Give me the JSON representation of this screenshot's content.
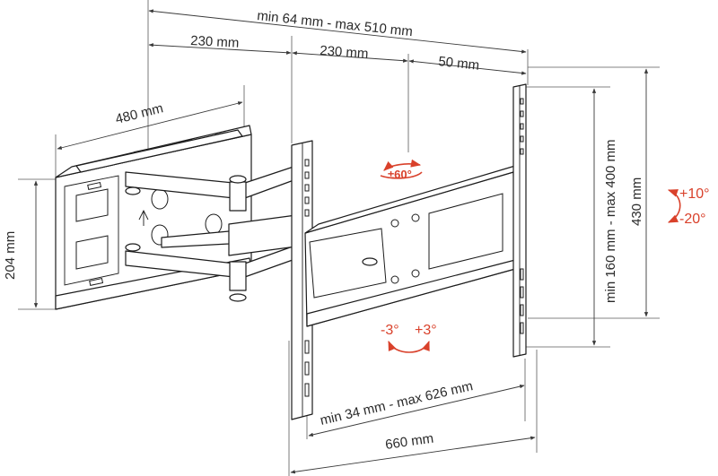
{
  "dimensions": {
    "top_range": "min 64 mm - max 510 mm",
    "arm_segment_1": "230 mm",
    "arm_segment_2": "230 mm",
    "arm_segment_3": "50 mm",
    "wall_plate_width": "480 mm",
    "wall_plate_height": "204 mm",
    "vesa_vertical": "min 160 mm - max 400 mm",
    "bracket_height": "430 mm",
    "vesa_horizontal": "min 34 mm - max 626 mm",
    "bracket_width": "660 mm"
  },
  "adjustments": {
    "swivel": "±60°",
    "tilt_up": "+10°",
    "tilt_down": "-20°",
    "rotate_left": "-3°",
    "rotate_right": "+3°"
  },
  "colors": {
    "accent": "#d9412b",
    "line": "#1c1c1c"
  }
}
